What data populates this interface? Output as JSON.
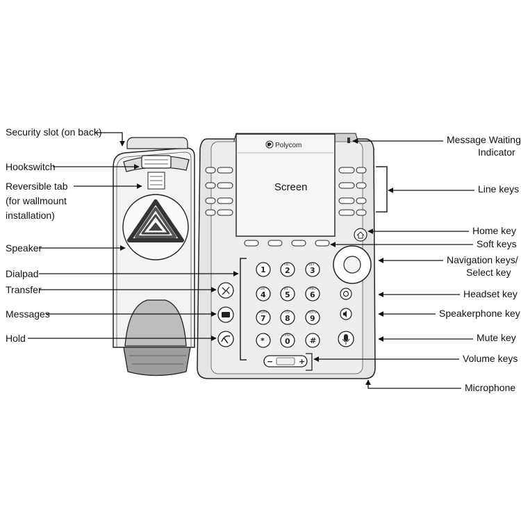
{
  "phone": {
    "brand": "Polycom",
    "screen_text": "Screen"
  },
  "labels": {
    "security_slot": "Security slot (on back)",
    "hookswitch": "Hookswitch",
    "reversible_tab_1": "Reversible tab",
    "reversible_tab_2": "(for wallmount",
    "reversible_tab_3": "installation)",
    "speaker": "Speaker",
    "dialpad": "Dialpad",
    "transfer": "Transfer",
    "messages": "Messages",
    "hold": "Hold",
    "mwi_1": "Message Waiting",
    "mwi_2": "Indicator",
    "line_keys": "Line keys",
    "home_key": "Home key",
    "soft_keys": "Soft keys",
    "nav_1": "Navigation keys/",
    "nav_2": "Select key",
    "headset_key": "Headset key",
    "speakerphone_key": "Speakerphone key",
    "mute_key": "Mute key",
    "volume_keys": "Volume keys",
    "microphone": "Microphone"
  },
  "dialpad": {
    "keys": [
      "1",
      "2",
      "3",
      "4",
      "5",
      "6",
      "7",
      "8",
      "9",
      "*",
      "0",
      "#"
    ],
    "letters": [
      "",
      "ABC",
      "DEF",
      "GHI",
      "JKL",
      "MNO",
      "PQRS",
      "TUV",
      "WXYZ",
      "",
      "OPER",
      ""
    ]
  },
  "volume": {
    "minus": "−",
    "plus": "+"
  }
}
